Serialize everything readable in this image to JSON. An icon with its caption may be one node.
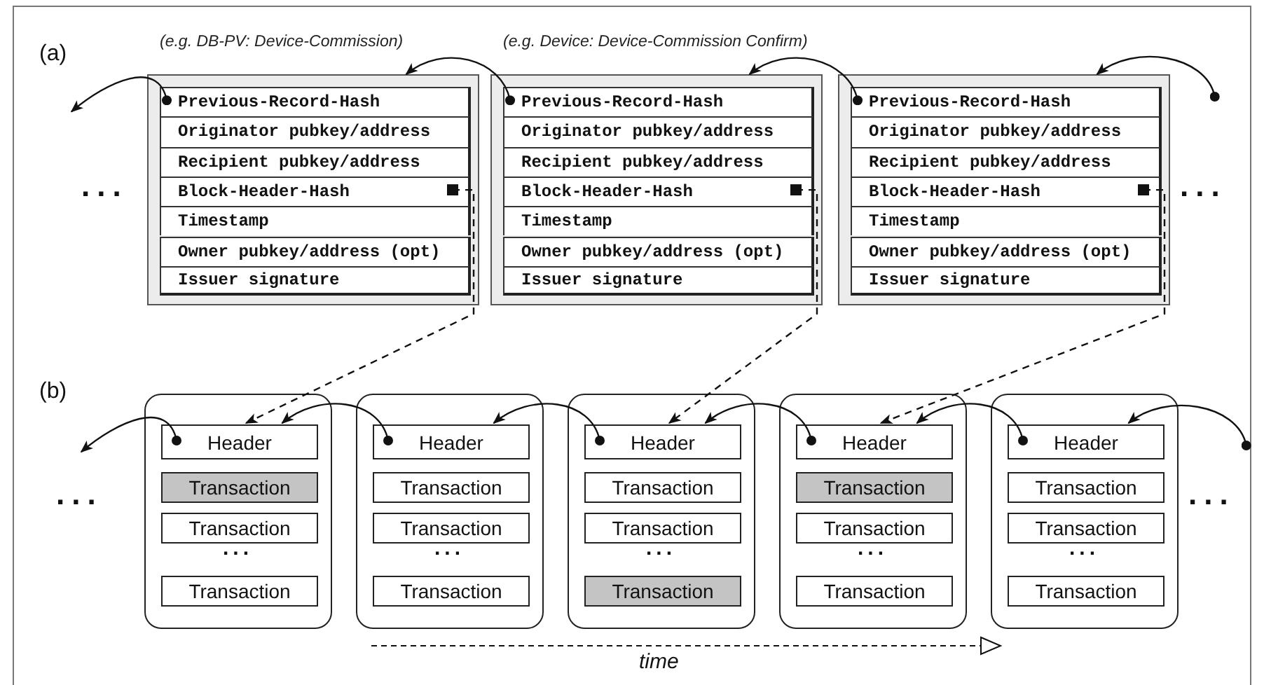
{
  "diagram": {
    "nodes": [
      {
        "text": [
          "(e.g. DB-PV: Device-Commission)"
        ]
      },
      {
        "text": [
          "Previous-Record-Hash"
        ],
        "in": 0
      },
      {
        "text": [
          "Originator pubkey/address"
        ],
        "in": 0
      },
      {
        "text": [
          "Recipient pubkey/address"
        ],
        "in": 0
      },
      {
        "text": [
          "Block-Header-Hash"
        ],
        "in": 0
      },
      {
        "text": [
          "Timestamp"
        ],
        "in": 0
      },
      {
        "text": [
          "Owner pubkey/address (opt)"
        ],
        "in": 0
      },
      {
        "text": [
          "Issuer signature"
        ],
        "in": 0
      },
      {
        "text": [
          "(e.g. Device: Device-Commission Confirm)"
        ]
      },
      {
        "text": [
          "Previous-Record-Hash"
        ],
        "in": 8
      },
      {
        "text": [
          "Originator pubkey/address"
        ],
        "in": 8
      },
      {
        "text": [
          "Recipient pubkey/address"
        ],
        "in": 8
      },
      {
        "text": [
          "Block-Header-Hash"
        ],
        "in": 8
      },
      {
        "text": [
          "Timestamp"
        ],
        "in": 8
      },
      {
        "text": [
          "Owner pubkey/address (opt)"
        ],
        "in": 8
      },
      {
        "text": [
          "Issuer signature"
        ],
        "in": 8
      },
      {
        "text": [],
        "shape": "box"
      },
      {
        "text": [
          "Previous-Record-Hash"
        ],
        "in": 16
      },
      {
        "text": [
          "Originator pubkey/address"
        ],
        "in": 16
      },
      {
        "text": [
          "Recipient pubkey/address"
        ],
        "in": 16
      },
      {
        "text": [
          "Block-Header-Hash"
        ],
        "in": 16
      },
      {
        "text": [
          "Timestamp"
        ],
        "in": 16
      },
      {
        "text": [
          "Owner pubkey/address (opt)"
        ],
        "in": 16
      },
      {
        "text": [
          "Issuer signature"
        ],
        "in": 16
      },
      {
        "text": [],
        "shape": "box"
      },
      {
        "text": [
          "Header"
        ],
        "in": 24
      },
      {
        "text": [
          "Transaction"
        ],
        "in": 24
      },
      {
        "text": [
          "Transaction"
        ],
        "in": 24
      },
      {
        "text": [
          "Transaction"
        ],
        "in": 24
      },
      {
        "text": [],
        "shape": "box"
      },
      {
        "text": [
          "Header"
        ],
        "in": 29
      },
      {
        "text": [
          "Transaction"
        ],
        "in": 29
      },
      {
        "text": [
          "Transaction"
        ],
        "in": 29
      },
      {
        "text": [
          "Transaction"
        ],
        "in": 29
      },
      {
        "text": [],
        "shape": "box"
      },
      {
        "text": [
          "Header"
        ],
        "in": 34
      },
      {
        "text": [
          "Transaction"
        ],
        "in": 34
      },
      {
        "text": [
          "Transaction"
        ],
        "in": 34
      },
      {
        "text": [
          "Transaction"
        ],
        "in": 34
      },
      {
        "text": [],
        "shape": "box"
      },
      {
        "text": [
          "Header"
        ],
        "in": 39
      },
      {
        "text": [
          "Transaction"
        ],
        "in": 39
      },
      {
        "text": [
          "Transaction"
        ],
        "in": 39
      },
      {
        "text": [
          "Transaction"
        ],
        "in": 39
      },
      {
        "text": [],
        "shape": "box"
      },
      {
        "text": [
          "Header"
        ],
        "in": 44
      },
      {
        "text": [
          "Transaction"
        ],
        "in": 44
      },
      {
        "text": [
          "Transaction"
        ],
        "in": 44
      },
      {
        "text": [
          "Transaction"
        ],
        "in": 44
      }
    ],
    "edges": [
      {
        "from": 1,
        "to": null,
        "arrow": "to"
      },
      {
        "from": 9,
        "to": 0,
        "arrow": "to"
      },
      {
        "from": 17,
        "to": 8,
        "arrow": "to"
      },
      {
        "from": null,
        "to": 16,
        "arrow": "to"
      },
      {
        "from": 4,
        "to": 25,
        "arrow": "to",
        "style": "dashed"
      },
      {
        "from": 12,
        "to": 35,
        "arrow": "to",
        "style": "dashed"
      },
      {
        "from": 20,
        "to": 40,
        "arrow": "to",
        "style": "dashed"
      },
      {
        "from": 25,
        "to": null,
        "arrow": "to"
      },
      {
        "from": 30,
        "to": 25,
        "arrow": "to"
      },
      {
        "from": 35,
        "to": 30,
        "arrow": "to"
      },
      {
        "from": 40,
        "to": 35,
        "arrow": "to"
      },
      {
        "from": 45,
        "to": 40,
        "arrow": "to"
      },
      {
        "from": null,
        "to": 45,
        "arrow": "to"
      }
    ],
    "labels": [
      "(a)",
      "...",
      "...",
      "(b)",
      "...",
      "...",
      "...",
      "...",
      "...",
      "...",
      "...",
      "time"
    ]
  }
}
